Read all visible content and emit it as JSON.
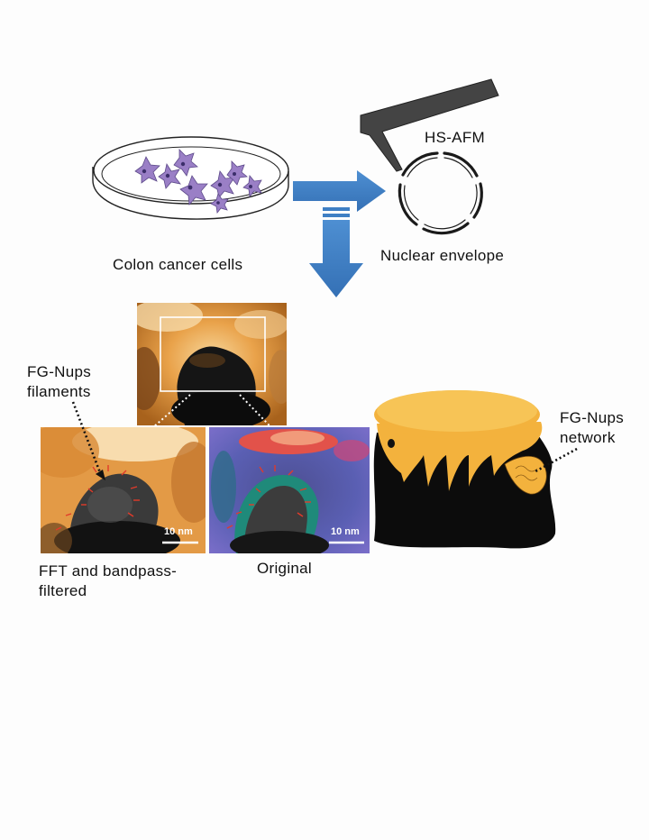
{
  "labels": {
    "hs_afm": "HS-AFM",
    "colon_cancer_cells": "Colon cancer cells",
    "nuclear_envelope": "Nuclear envelope",
    "fg_nups_filaments_1": "FG-Nups",
    "fg_nups_filaments_2": "filaments",
    "fft_line1": "FFT and bandpass-",
    "fft_line2": "filtered",
    "original": "Original",
    "fg_nups_network_1": "FG-Nups",
    "fg_nups_network_2": "network",
    "scale_left": "10 nm",
    "scale_right": "10 nm"
  },
  "colors": {
    "arrow_blue": "#3f7fc4",
    "cell_purple": "#9a7fc6",
    "nup_orange": "#f3b23d",
    "afm_orange": "#e89a3a"
  },
  "icons": [
    "petri-dish-icon",
    "afm-cantilever-icon",
    "nuclear-envelope-icon",
    "nuclear-pore-complex-icon"
  ]
}
